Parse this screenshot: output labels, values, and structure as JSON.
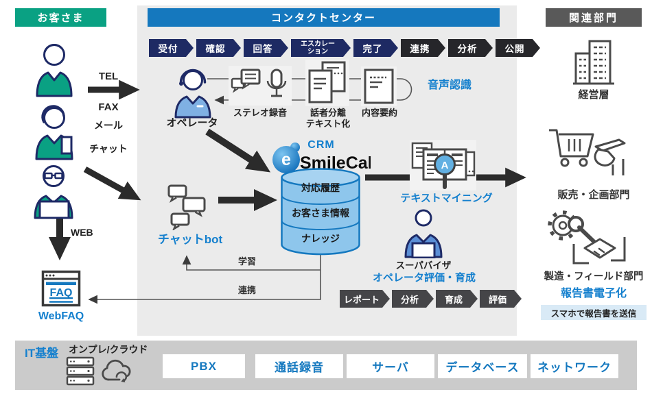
{
  "palette": {
    "accent_blue": "#1580ce",
    "header_blue": "#1578be",
    "header_green": "#0aa183",
    "header_gray": "#595959",
    "navy_step": "#1e2a63",
    "black_step": "#26262a",
    "gray_step": "#454548",
    "panel_bg": "#ebebeb",
    "bottom_bar_bg": "#cbcbcb",
    "db_fill": "#8ec6ec",
    "note_bg": "#d9eaf6"
  },
  "customer": {
    "header": "お客さま",
    "channels": [
      "TEL",
      "FAX",
      "メール",
      "チャット"
    ],
    "web_label": "WEB",
    "faq_icon_text": "FAQ",
    "webfaq_label": "WebFAQ"
  },
  "contact_center": {
    "header": "コンタクトセンター",
    "process_steps": [
      "受付",
      "確認",
      "回答",
      "エスカレー\nション",
      "完了",
      "連携",
      "分析",
      "公開"
    ],
    "operator_label": "オペレータ",
    "stereo_label": "ステレオ録音",
    "speaker_label": "話者分離\nテキスト化",
    "summary_label": "内容要約",
    "voice_recognition_label": "音声認識",
    "crm_label": "CRM",
    "crm_logo_e": "e",
    "crm_product": "SmileCall",
    "db_layers": [
      "対応履歴",
      "お客さま情報",
      "ナレッジ"
    ],
    "chatbot_label": "チャットbot",
    "learning_label": "学習",
    "linkage_label": "連携",
    "text_mining_label": "テキストマイニング",
    "mining_glyph": "A",
    "supervisor_label": "スーパバイザ",
    "evaluation_title": "オペレータ評価・育成",
    "evaluation_steps": [
      "レポート",
      "分析",
      "育成",
      "評価"
    ]
  },
  "related_departments": {
    "header": "関連部門",
    "management_label": "経営層",
    "sales_label": "販売・企画部門",
    "field_label": "製造・フィールド部門",
    "report_label": "報告書電子化",
    "report_note": "スマホで報告書を送信"
  },
  "it_infrastructure": {
    "header": "IT基盤",
    "subtitle": "オンプレ/クラウド",
    "components": [
      "PBX",
      "通話録音",
      "サーバ",
      "データベース",
      "ネットワーク"
    ]
  }
}
